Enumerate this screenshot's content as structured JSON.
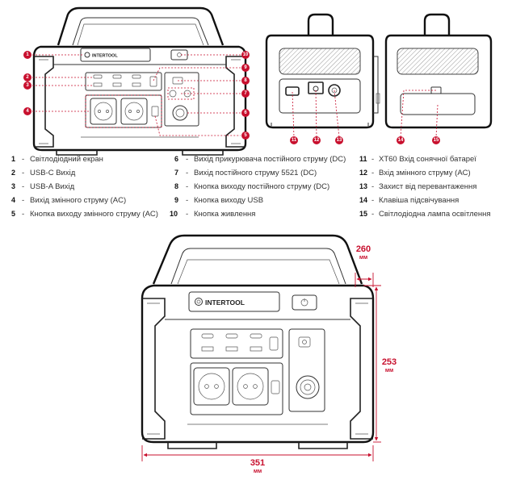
{
  "brand": "INTERTOOL",
  "callouts": [
    "1",
    "2",
    "3",
    "4",
    "5",
    "6",
    "7",
    "8",
    "9",
    "10",
    "11",
    "12",
    "13",
    "14",
    "15"
  ],
  "legend": [
    {
      "num": "1",
      "text": "Світлодіодний екран"
    },
    {
      "num": "2",
      "text": "USB-C Вихід"
    },
    {
      "num": "3",
      "text": "USB-A Вихід"
    },
    {
      "num": "4",
      "text": "Вихід змінного струму (AC)"
    },
    {
      "num": "5",
      "text": "Кнопка виходу змінного струму (AC)"
    },
    {
      "num": "6",
      "text": "Вихід прикурювача постійного струму (DC)"
    },
    {
      "num": "7",
      "text": "Вихід постійного струму 5521 (DC)"
    },
    {
      "num": "8",
      "text": "Кнопка виходу постійного струму  (DC)"
    },
    {
      "num": "9",
      "text": "Кнопка виходу USB"
    },
    {
      "num": "10",
      "text": "Кнопка живлення"
    },
    {
      "num": "11",
      "text": "XT60 Вхід сонячної батареї"
    },
    {
      "num": "12",
      "text": "Вхід змінного струму (AC)"
    },
    {
      "num": "13",
      "text": "Захист від перевантаження"
    },
    {
      "num": "14",
      "text": "Клавіша підсвічування"
    },
    {
      "num": "15",
      "text": "Світлодіодна лампа освітлення"
    }
  ],
  "dimensions": {
    "depth": {
      "value": "260",
      "unit": "мм"
    },
    "height": {
      "value": "253",
      "unit": "мм"
    },
    "width": {
      "value": "351",
      "unit": "мм"
    }
  },
  "colors": {
    "accent": "#c8102e",
    "line": "#222222"
  }
}
